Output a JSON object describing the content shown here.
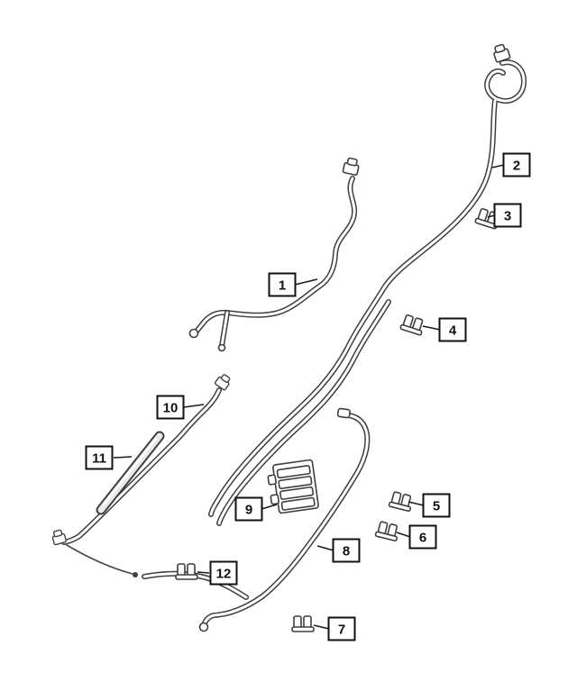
{
  "diagram": {
    "kind": "fuel-lines-parts-diagram",
    "background_color": "#ffffff",
    "line_color": "#3f3f3f",
    "callout_border_color": "#111111"
  },
  "callouts": [
    {
      "id": 1,
      "label": "1"
    },
    {
      "id": 2,
      "label": "2"
    },
    {
      "id": 3,
      "label": "3"
    },
    {
      "id": 4,
      "label": "4"
    },
    {
      "id": 5,
      "label": "5"
    },
    {
      "id": 6,
      "label": "6"
    },
    {
      "id": 7,
      "label": "7"
    },
    {
      "id": 8,
      "label": "8"
    },
    {
      "id": 9,
      "label": "9"
    },
    {
      "id": 10,
      "label": "10"
    },
    {
      "id": 11,
      "label": "11"
    },
    {
      "id": 12,
      "label": "12"
    }
  ]
}
